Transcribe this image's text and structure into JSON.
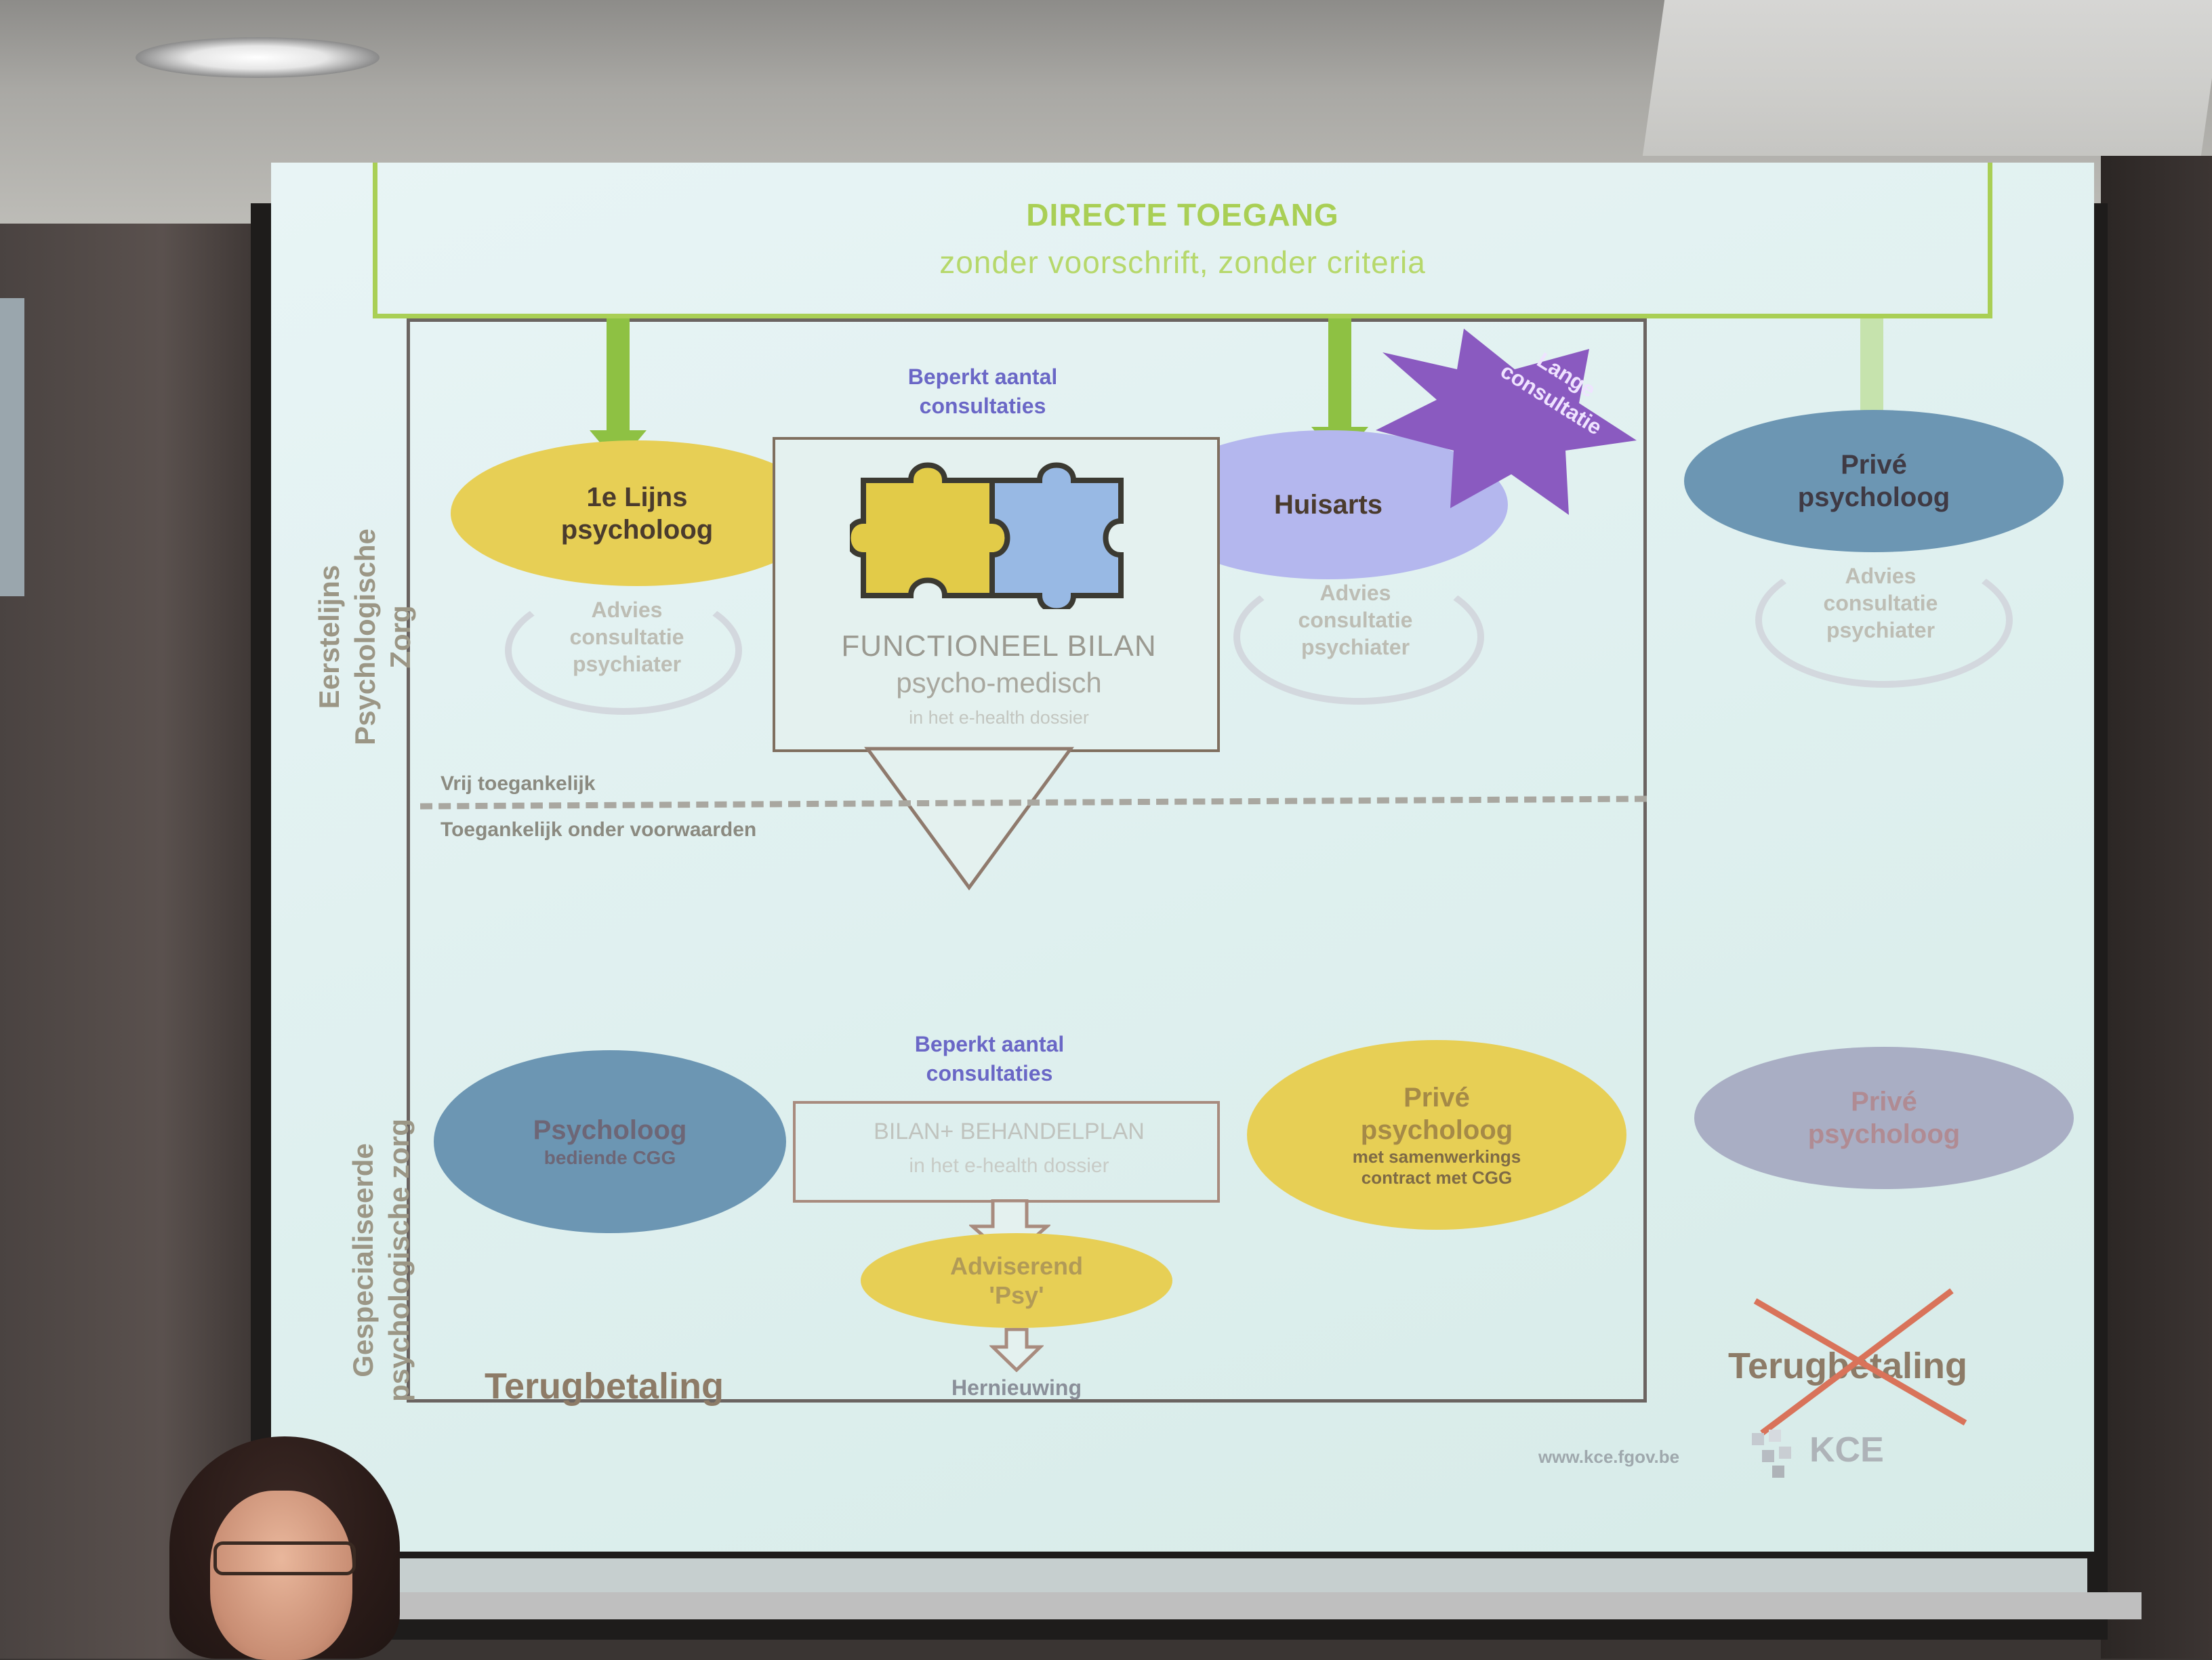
{
  "slide": {
    "top_title": "DIRECTE TOEGANG",
    "top_subtitle": "zonder voorschrift, zonder criteria",
    "side_labels": {
      "top": "Eerstelijns\nPsychologische Zorg",
      "bottom": "Gespecialiseerde\npsychologische zorg"
    },
    "notes": {
      "beperkt_top": "Beperkt aantal\nconsultaties",
      "beperkt_bottom": "Beperkt aantal\nconsultaties",
      "vrij": "Vrij toegankelijk",
      "onder_voorwaarden": "Toegankelijk onder voorwaarden",
      "lange_consultatie": "Lange\nconsultatie"
    },
    "nodes": {
      "lijns_psycholoog": "1e Lijns\npsycholoog",
      "huisarts": "Huisarts",
      "prive_psycholoog_top": "Privé\npsycholoog",
      "psycholoog_cgg": "Psycholoog",
      "psycholoog_cgg_sub": "bediende CGG",
      "prive_psycholoog_mid": "Privé\npsycholoog",
      "prive_psycholoog_mid_sub": "met samenwerkings\ncontract met CGG",
      "prive_psycholoog_right": "Privé\npsycholoog",
      "adviserend": "Adviserend\n'Psy'"
    },
    "advies": "Advies\nconsultatie\npsychiater",
    "bilan": {
      "title": "FUNCTIONEEL BILAN",
      "sub": "psycho-medisch",
      "small": "in het e-health dossier"
    },
    "bilan2": {
      "title": "BILAN+ BEHANDELPLAN",
      "small": "in het e-health dossier"
    },
    "terugbetaling": "Terugbetaling",
    "terugbetaling_crossed": "Terugbetaling",
    "hernieuwing": "Hernieuwing",
    "footer_url": "www.kce.fgov.be",
    "logo_text": "KCE"
  },
  "colors": {
    "green": "#a9cf55",
    "yellow": "#e7cf55",
    "lilac": "#b4b7ee",
    "steel": "#6c96b3",
    "purple_star": "#8a5ac0",
    "red_cross": "#d9735a"
  }
}
